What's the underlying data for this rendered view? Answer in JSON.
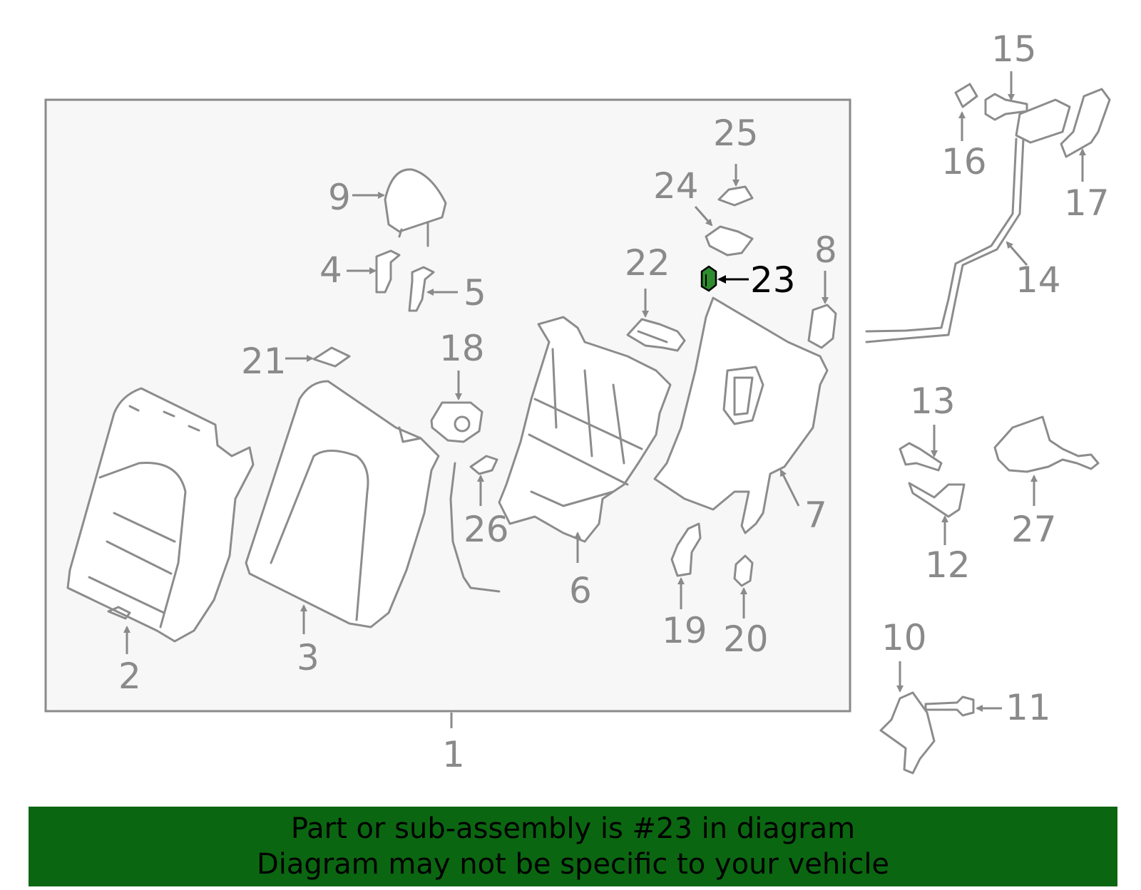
{
  "diagram": {
    "highlighted_part": "23",
    "highlight_color": "#0b6611",
    "callouts": {
      "c1": "1",
      "c2": "2",
      "c3": "3",
      "c4": "4",
      "c5": "5",
      "c6": "6",
      "c7": "7",
      "c8": "8",
      "c9": "9",
      "c10": "10",
      "c11": "11",
      "c12": "12",
      "c13": "13",
      "c14": "14",
      "c15": "15",
      "c16": "16",
      "c17": "17",
      "c18": "18",
      "c19": "19",
      "c20": "20",
      "c21": "21",
      "c22": "22",
      "c23": "23",
      "c24": "24",
      "c25": "25",
      "c26": "26",
      "c27": "27"
    }
  },
  "banner": {
    "line1": "Part or sub-assembly is #23 in diagram",
    "line2": "Diagram may not be specific to your vehicle",
    "background": "#0b6611"
  }
}
